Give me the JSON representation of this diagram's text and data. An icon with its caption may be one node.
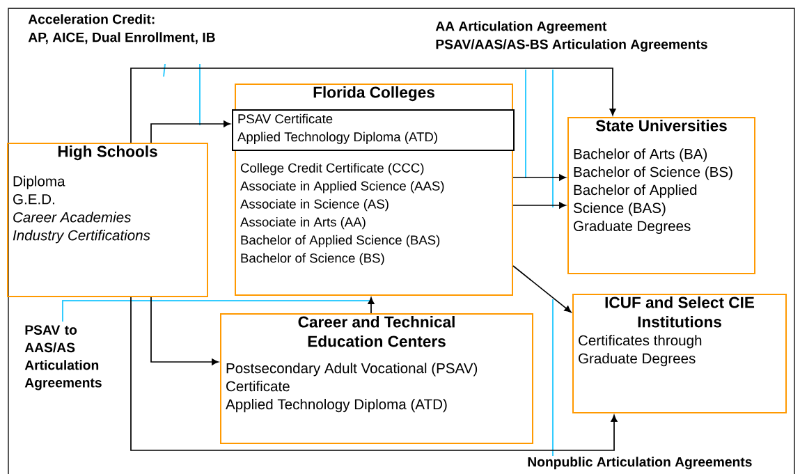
{
  "diagram": {
    "nodes": [
      {
        "text": [
          "High Schools",
          "Diploma",
          "G.E.D.",
          "Career Academies",
          "Industry Certifications"
        ]
      },
      {
        "text": [
          "Florida Colleges",
          "College Credit Certificate (CCC)",
          "Associate in Applied Science (AAS)",
          "Associate in Science (AS)",
          "Associate in Arts (AA)",
          "Bachelor of Applied Science (BAS)",
          "Bachelor of Science (BS)"
        ]
      },
      {
        "text": [
          "PSAV Certificate",
          "Applied Technology Diploma (ATD)"
        ],
        "in": 1
      },
      {
        "text": [
          "State Universities",
          "Bachelor of Arts (BA)",
          "Bachelor of Science (BS)",
          "Bachelor of Applied Science (BAS)",
          "Graduate Degrees"
        ]
      },
      {
        "text": [
          "Career and Technical Education Centers",
          "Postsecondary Adult Vocational (PSAV) Certificate",
          "Applied Technology Diploma (ATD)"
        ]
      },
      {
        "text": [
          "ICUF and Select CIE Institutions",
          "Certificates through Graduate Degrees"
        ]
      }
    ],
    "edges": [
      {
        "from": 0,
        "to": 3,
        "arrow": "to"
      },
      {
        "from": 0,
        "to": 2,
        "arrow": "to"
      },
      {
        "from": 0,
        "to": 4,
        "arrow": "to"
      },
      {
        "from": 0,
        "to": 5,
        "arrow": "to"
      },
      {
        "from": 1,
        "to": 3,
        "arrow": "to"
      },
      {
        "from": 1,
        "to": 3,
        "arrow": "to"
      },
      {
        "from": 1,
        "to": 5,
        "arrow": "to"
      },
      {
        "from": 4,
        "to": 1,
        "arrow": "to"
      }
    ],
    "labels": [
      "Acceleration Credit:",
      "AP, AICE, Dual Enrollment, IB",
      "AA Articulation Agreement",
      "PSAV/AAS/AS-BS Articulation Agreements",
      "PSAV to AAS/AS Articulation Agreements",
      "Nonpublic Articulation Agreements"
    ]
  }
}
